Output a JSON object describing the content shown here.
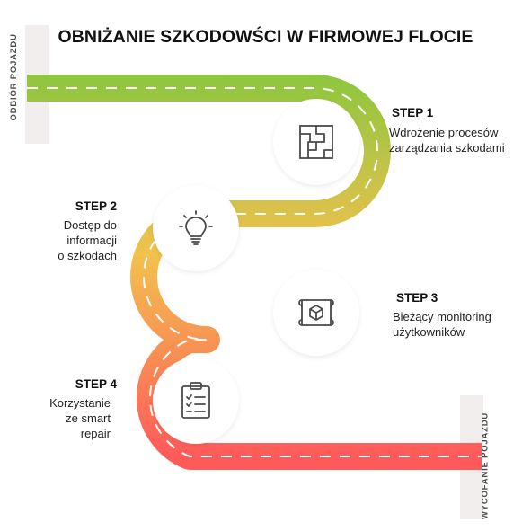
{
  "title": "OBNIŻANIE SZKODOWŚCI W FIRMOWEJ FLOCIE",
  "start_label": "ODBIÓR POJAZDU",
  "end_label": "WYCOFANIE POJAZDU",
  "colors": {
    "road_start": "#8dc63f",
    "road_mid": "#f2c14e",
    "road_end": "#ff5a5a",
    "post": "#f2eeee",
    "lane_marking": "#ffffff",
    "icon_stroke": "#4a4a4a"
  },
  "steps": [
    {
      "title": "STEP 1",
      "lines": [
        "Wdrożenie procesów",
        "zarządzania szkodami"
      ],
      "icon": "maze-icon"
    },
    {
      "title": "STEP 2",
      "lines": [
        "Dostęp do",
        "informacji",
        "o szkodach"
      ],
      "icon": "lightbulb-icon"
    },
    {
      "title": "STEP 3",
      "lines": [
        "Bieżący monitoring",
        "użytkowników"
      ],
      "icon": "blueprint-icon"
    },
    {
      "title": "STEP 4",
      "lines": [
        "Korzystanie",
        "ze smart",
        "repair"
      ],
      "icon": "clipboard-checklist-icon"
    }
  ]
}
